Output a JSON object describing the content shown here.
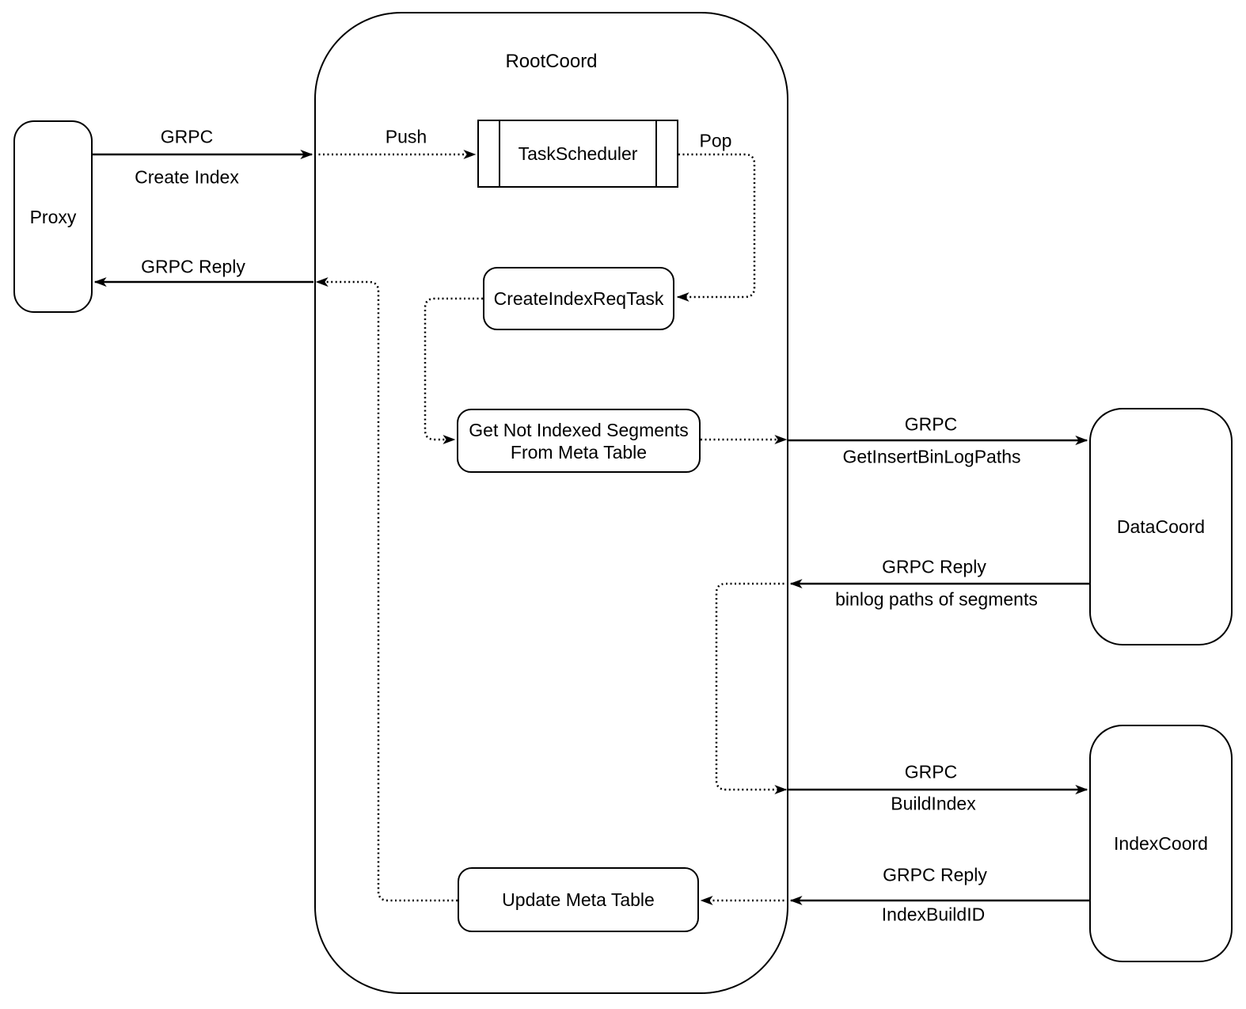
{
  "diagram": {
    "colors": {
      "stroke": "#000000",
      "background": "#ffffff"
    },
    "nodes": {
      "proxy": {
        "label": "Proxy"
      },
      "rootcoord": {
        "label": "RootCoord"
      },
      "taskscheduler": {
        "label": "TaskScheduler"
      },
      "createindexreqtask": {
        "label": "CreateIndexReqTask"
      },
      "getnotindexed": {
        "line1": "Get Not Indexed Segments",
        "line2": "From Meta Table"
      },
      "updatemeta": {
        "label": "Update Meta Table"
      },
      "datacoord": {
        "label": "DataCoord"
      },
      "indexcoord": {
        "label": "IndexCoord"
      }
    },
    "edges": {
      "grpc_create_index": {
        "label1": "GRPC",
        "label2": "Create Index"
      },
      "grpc_reply_proxy": {
        "label1": "GRPC Reply"
      },
      "push": {
        "label1": "Push"
      },
      "pop": {
        "label1": "Pop"
      },
      "grpc_getinsertbinlogpaths": {
        "label1": "GRPC",
        "label2": "GetInsertBinLogPaths"
      },
      "grpc_reply_binlog": {
        "label1": "GRPC Reply",
        "label2": "binlog paths of segments"
      },
      "grpc_buildindex": {
        "label1": "GRPC",
        "label2": "BuildIndex"
      },
      "grpc_reply_indexbuildid": {
        "label1": "GRPC Reply",
        "label2": "IndexBuildID"
      }
    }
  }
}
